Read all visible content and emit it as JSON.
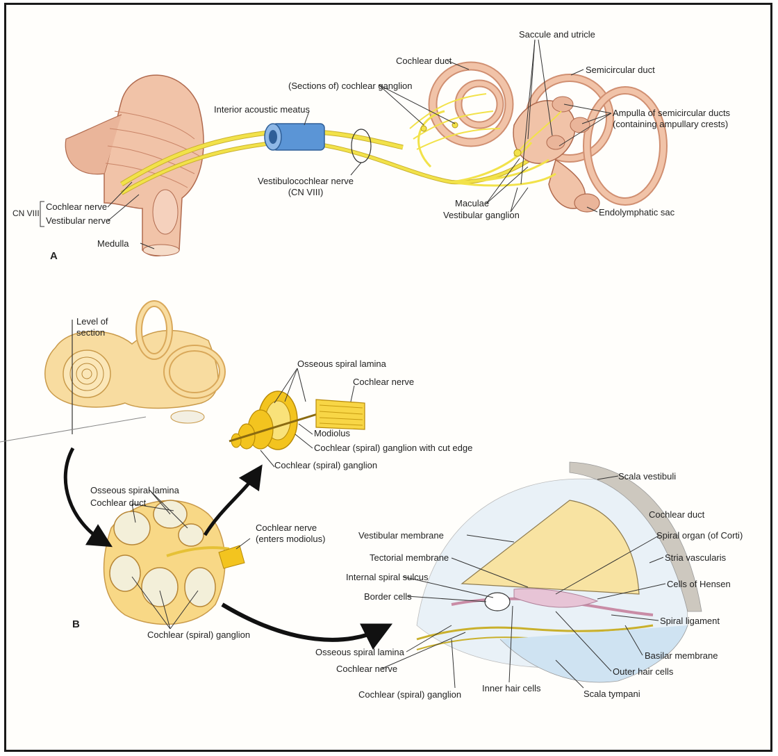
{
  "panel_a": {
    "letter": "A",
    "labels": {
      "saccule_utricle": "Saccule and utricle",
      "cochlear_duct": "Cochlear duct",
      "semicircular_duct": "Semicircular duct",
      "sections_cochlear_ganglion": "(Sections of) cochlear ganglion",
      "interior_acoustic_meatus": "Interior acoustic meatus",
      "ampulla_line1": "Ampulla of semicircular ducts",
      "ampulla_line2": "(containing ampullary crests)",
      "vestibulocochlear_line1": "Vestibulocochlear nerve",
      "vestibulocochlear_line2": "(CN VIII)",
      "cn_viii": "CN VIII",
      "cochlear_nerve": "Cochlear nerve",
      "vestibular_nerve": "Vestibular nerve",
      "maculae": "Maculae",
      "vestibular_ganglion": "Vestibular ganglion",
      "endolymphatic_sac": "Endolymphatic sac",
      "medulla": "Medulla"
    }
  },
  "panel_b": {
    "letter": "B",
    "labels": {
      "level_of_section_1": "Level of",
      "level_of_section_2": "section",
      "osseous_spiral_lamina_top": "Osseous spiral lamina",
      "cochlear_nerve_top": "Cochlear nerve",
      "modiolus": "Modiolus",
      "ganglion_cut_edge": "Cochlear (spiral) ganglion with cut edge",
      "cochlear_spiral_ganglion_top": "Cochlear (spiral) ganglion",
      "scala_vestibuli": "Scala vestibuli",
      "osseous_spiral_lamina_mid": "Osseous spiral lamina",
      "cochlear_duct_mid": "Cochlear duct",
      "cochlear_duct_right": "Cochlear duct",
      "cochlear_nerve_enters_1": "Cochlear nerve",
      "cochlear_nerve_enters_2": "(enters modiolus)",
      "vestibular_membrane": "Vestibular membrane",
      "spiral_organ": "Spiral organ (of Corti)",
      "tectorial_membrane": "Tectorial membrane",
      "stria_vascularis": "Stria vascularis",
      "internal_spiral_sulcus": "Internal spiral sulcus",
      "cells_of_hensen": "Cells of Hensen",
      "border_cells": "Border cells",
      "spiral_ligament": "Spiral ligament",
      "cochlear_spiral_ganglion_bottom": "Cochlear (spiral) ganglion",
      "basilar_membrane": "Basilar membrane",
      "osseous_spiral_lamina_bottom": "Osseous spiral lamina",
      "outer_hair_cells": "Outer hair cells",
      "cochlear_nerve_bottom": "Cochlear nerve",
      "inner_hair_cells": "Inner hair cells",
      "scala_tympani": "Scala tympani",
      "cochlear_spiral_ganglion_last": "Cochlear (spiral) ganglion"
    }
  },
  "colors": {
    "nerve": "#f2e24a",
    "tissue": "#f1c3a8",
    "tissue_dark": "#d9977a",
    "meatus": "#5b95d6",
    "bone": "#f7d98a",
    "duct_fill": "#f7e6b0",
    "scala": "#cfe3f2"
  }
}
